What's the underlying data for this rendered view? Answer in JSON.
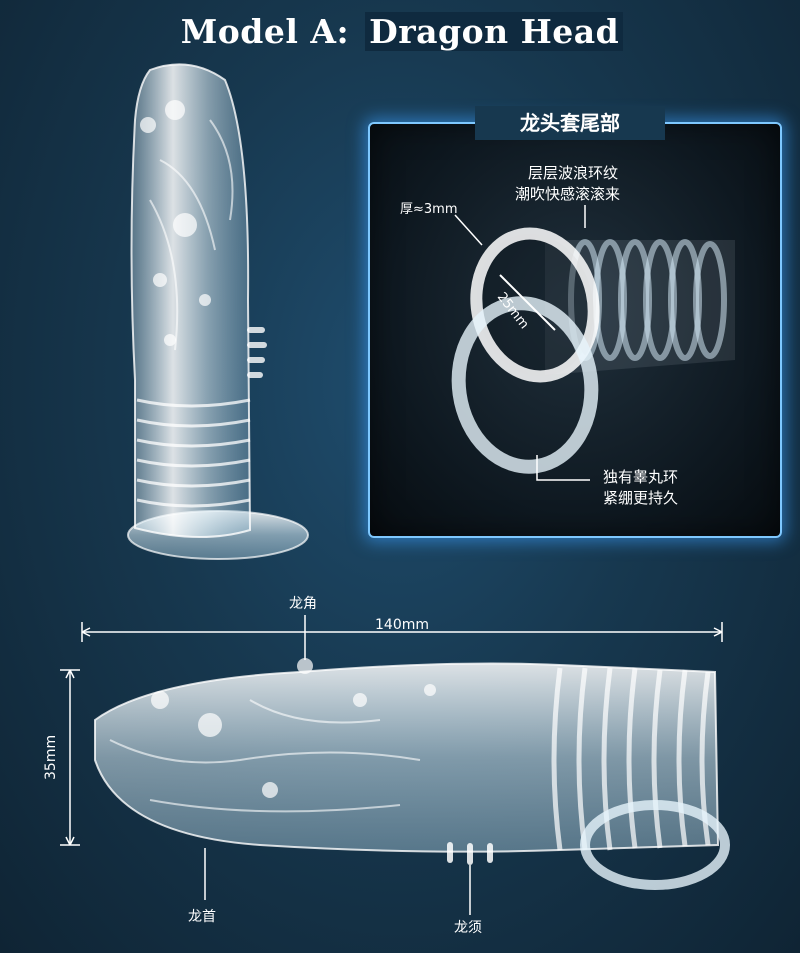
{
  "title": {
    "prefix": "Model A: ",
    "main": "Dragon Head"
  },
  "panel": {
    "title": "龙头套尾部",
    "waves_line1": "层层波浪环纹",
    "waves_line2": "潮吹快感滚滚来",
    "thickness": "厚≈3mm",
    "diameter": "25mm",
    "ring_line1": "独有睾丸环",
    "ring_line2": "紧绷更持久"
  },
  "dimensions": {
    "length": "140mm",
    "height": "35mm",
    "horn": "龙角",
    "head": "龙首",
    "whisker": "龙须"
  }
}
